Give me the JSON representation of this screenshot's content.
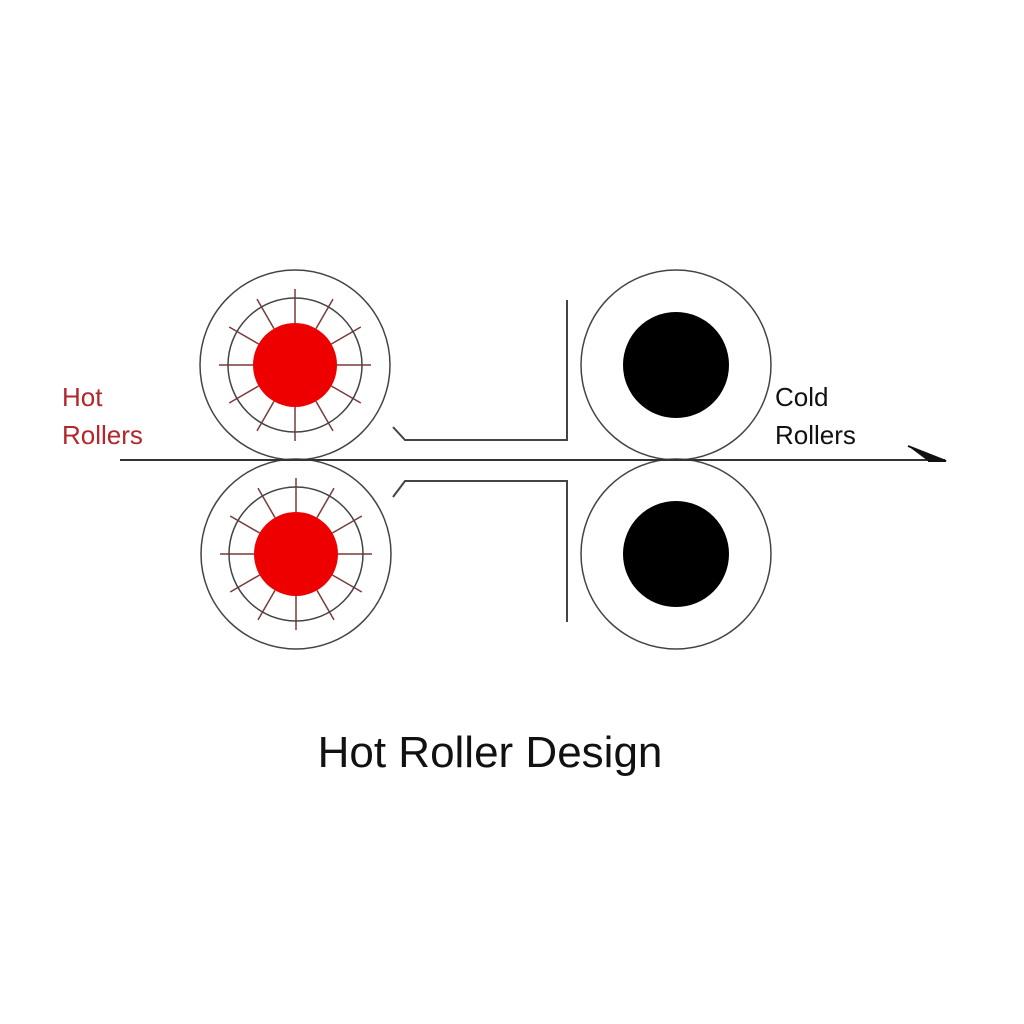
{
  "labels": {
    "hot_line1": "Hot",
    "hot_line2": "Rollers",
    "cold_line1": "Cold",
    "cold_line2": "Rollers"
  },
  "title": "Hot Roller Design",
  "colors": {
    "heater": "#ee0000",
    "cold_core": "#000000",
    "hot_label": "#b3262a",
    "line": "#444444"
  }
}
